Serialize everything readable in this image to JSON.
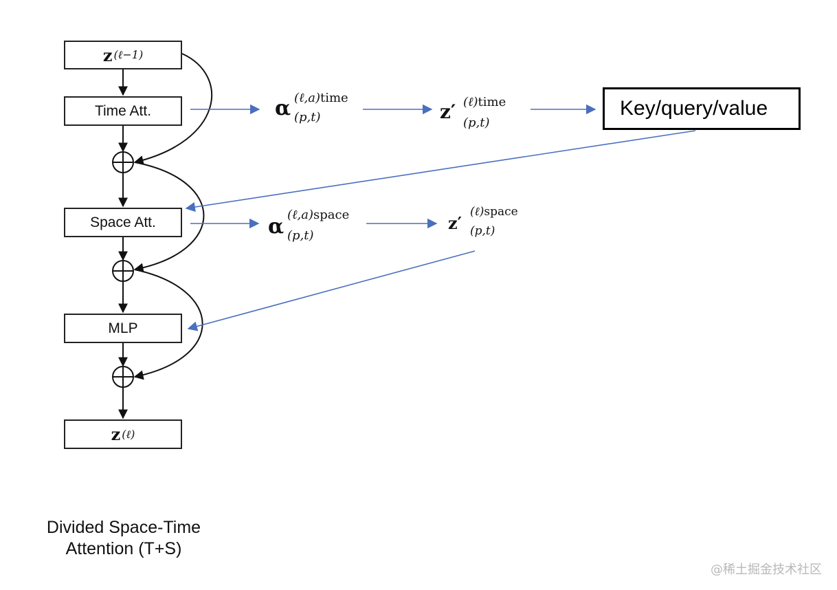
{
  "blocks": {
    "input": {
      "base": "z",
      "sup": "(ℓ−1)"
    },
    "time_att": "Time Att.",
    "space_att": "Space Att.",
    "mlp": "MLP",
    "output": {
      "base": "z",
      "sup": "(ℓ)"
    }
  },
  "formulas": {
    "alpha_time": {
      "base": "α",
      "sup_italic": "(ℓ,a)",
      "sup_upright": "time",
      "sub": "(p,t)"
    },
    "z_time": {
      "base": "z′",
      "sup_italic": "(ℓ)",
      "sup_upright": "time",
      "sub": "(p,t)"
    },
    "alpha_space": {
      "base": "α",
      "sup_italic": "(ℓ,a)",
      "sup_upright": "space",
      "sub": "(p,t)"
    },
    "z_space": {
      "base": "z′",
      "sup_italic": "(ℓ)",
      "sup_upright": "space",
      "sub": "(p,t)"
    }
  },
  "key_query_value": "Key/query/value",
  "caption": {
    "line1": "Divided Space-Time",
    "line2": "Attention (T+S)"
  },
  "watermark": "@稀土掘金技术社区",
  "colors": {
    "block_stroke": "#222222",
    "arrow_blue": "#4a6fbf",
    "text": "#111111"
  }
}
